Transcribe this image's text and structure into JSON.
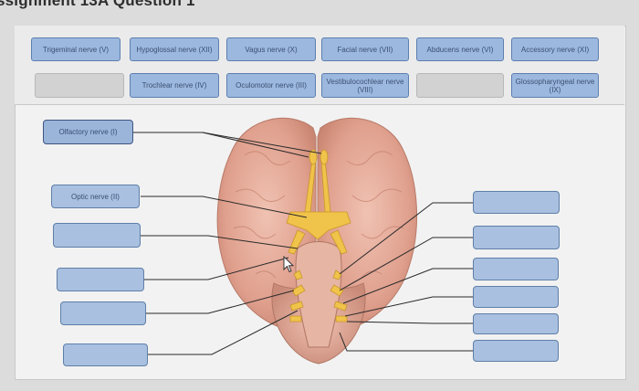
{
  "header": {
    "title": "ssignment 13A Question 1"
  },
  "bank": {
    "row1": [
      "Trigeminal nerve (V)",
      "Hypoglossal nerve (XII)",
      "Vagus nerve (X)",
      "Facial nerve (VII)",
      "Abducens nerve (VI)",
      "Accessory nerve (XI)"
    ],
    "row2": [
      "",
      "Trochlear nerve (IV)",
      "Oculomotor nerve (III)",
      "Vestibulocochlear nerve (VIII)",
      "",
      "Glossopharyngeal nerve (IX)"
    ]
  },
  "diagram": {
    "placed_left": [
      "Olfactory nerve (I)",
      "Optic nerve (II)"
    ]
  },
  "colors": {
    "chip": "#9cb8de",
    "chip_border": "#5d7fb0",
    "nerve": "#f0c34a",
    "brain": "#e6a99a"
  }
}
